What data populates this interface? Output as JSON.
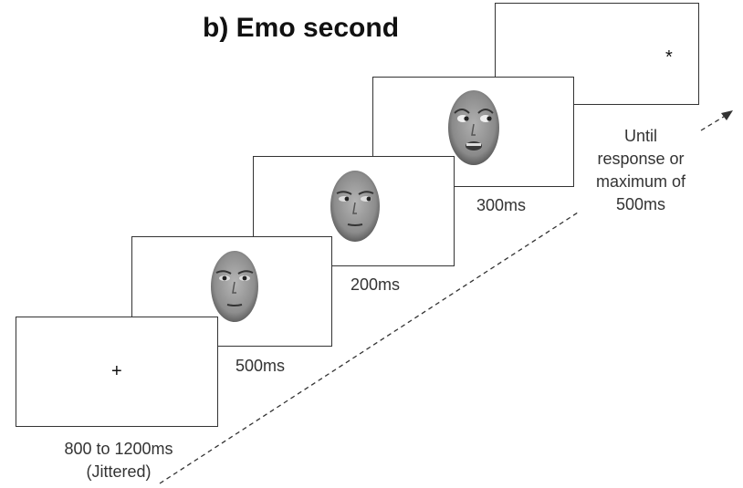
{
  "title": "b) Emo second",
  "frames": [
    {
      "symbol": "+",
      "duration": "800 to 1200ms",
      "note": "(Jittered)"
    },
    {
      "content": "neutral face",
      "duration": "500ms"
    },
    {
      "content": "neutral face with averted gaze",
      "duration": "200ms"
    },
    {
      "content": "fearful face with averted gaze",
      "duration": "300ms"
    },
    {
      "symbol": "*",
      "duration": [
        "Until",
        "response or",
        "maximum of",
        "500ms"
      ]
    }
  ]
}
